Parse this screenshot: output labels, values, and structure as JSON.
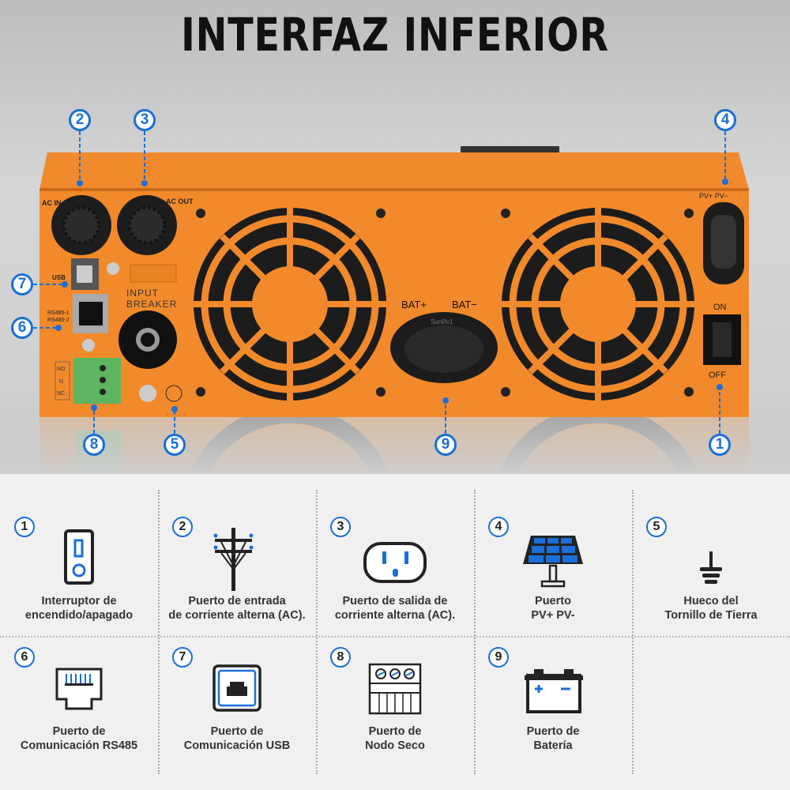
{
  "title": "INTERFAZ INFERIOR",
  "device_labels": {
    "ac_in": "AC IN",
    "ac_out": "AC OUT",
    "usb": "USB",
    "rs485_1": "RS485-1",
    "rs485_2": "RS485-2",
    "input": "INPUT",
    "breaker": "BREAKER",
    "no": "NO",
    "n": "N",
    "nc": "NC",
    "bat_plus": "BAT+",
    "bat_minus": "BAT−",
    "pv": "PV+  PV−",
    "on": "ON",
    "off": "OFF",
    "brand": "SunRv1"
  },
  "callouts": [
    "1",
    "2",
    "3",
    "4",
    "5",
    "6",
    "7",
    "8",
    "9"
  ],
  "legend": [
    {
      "num": "1",
      "line1": "Interruptor de",
      "line2": "encendido/apagado",
      "icon": "power-switch-icon"
    },
    {
      "num": "2",
      "line1": "Puerto de entrada",
      "line2": "de corriente alterna (AC).",
      "icon": "power-pole-icon"
    },
    {
      "num": "3",
      "line1": "Puerto de salida de",
      "line2": "corriente alterna (AC).",
      "icon": "outlet-icon"
    },
    {
      "num": "4",
      "line1": "Puerto",
      "line2": "PV+ PV-",
      "icon": "solar-panel-icon"
    },
    {
      "num": "5",
      "line1": "Hueco del",
      "line2": "Tornillo de Tierra",
      "icon": "ground-icon"
    },
    {
      "num": "6",
      "line1": "Puerto de",
      "line2": "Comunicación RS485",
      "icon": "rj45-icon"
    },
    {
      "num": "7",
      "line1": "Puerto de",
      "line2": "Comunicación USB",
      "icon": "usb-icon"
    },
    {
      "num": "8",
      "line1": "Puerto de",
      "line2": "Nodo Seco",
      "icon": "terminal-block-icon"
    },
    {
      "num": "9",
      "line1": "Puerto de",
      "line2": "Batería",
      "icon": "battery-icon"
    }
  ],
  "colors": {
    "accent": "#1a6fd8",
    "body": "#f28a2b"
  }
}
